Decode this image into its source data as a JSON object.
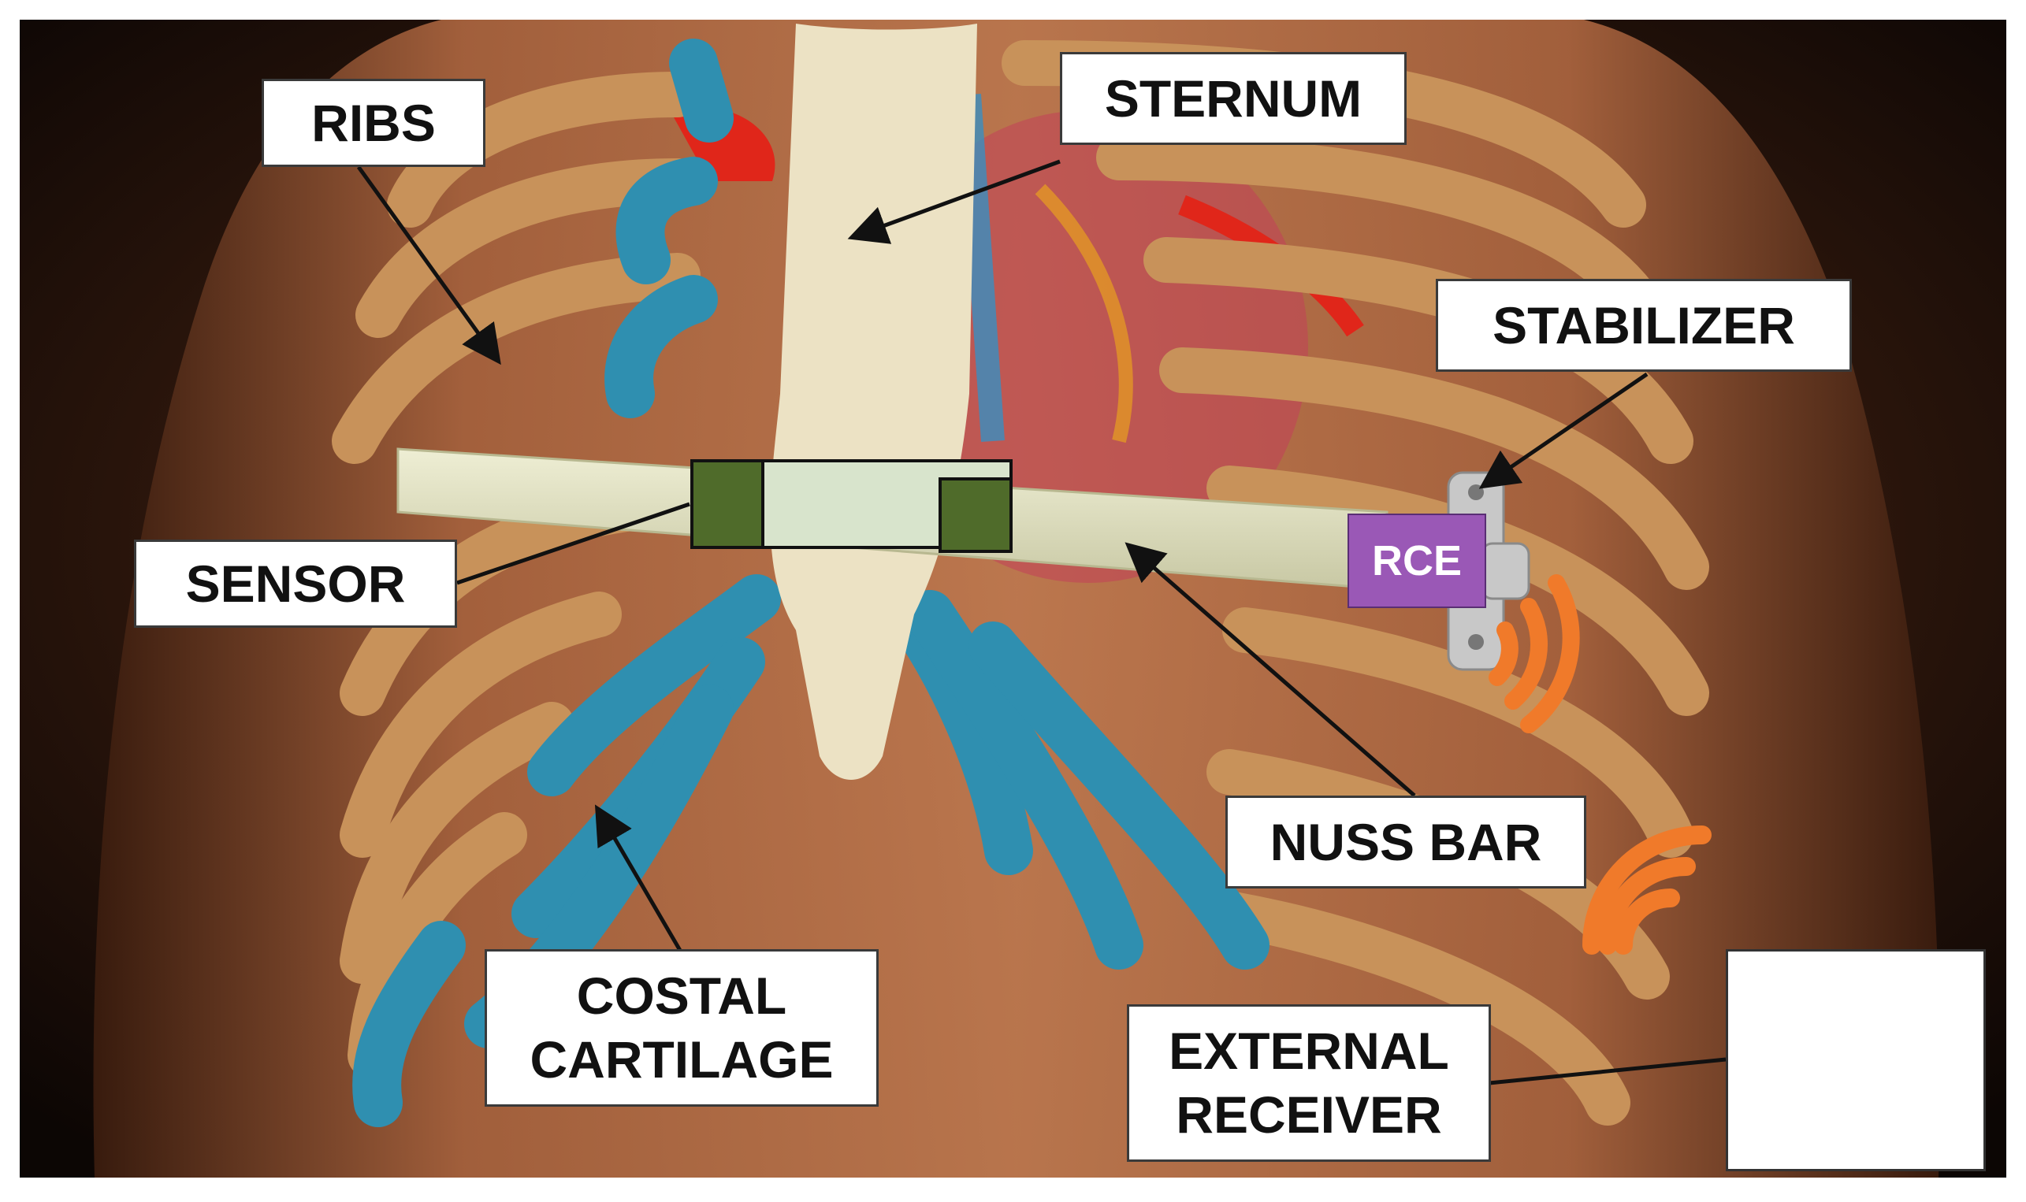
{
  "labels": {
    "ribs": "RIBS",
    "sternum": "STERNUM",
    "stabilizer": "STABILIZER",
    "sensor": "SENSOR",
    "nuss_bar": "NUSS BAR",
    "costal_cartilage": "COSTAL\nCARTILAGE",
    "external_receiver": "EXTERNAL\nRECEIVER",
    "rce": "RCE"
  },
  "colors": {
    "skin": "#9a5a38",
    "rib": "#c8925a",
    "cartilage": "#2f8fb0",
    "sternum": "#ece2c4",
    "nuss_bar": "#dcdcb8",
    "sensor": "#4f6b2a",
    "rce": "#9a58b6",
    "signal": "#f07a2a",
    "background": "#1a0d08"
  }
}
